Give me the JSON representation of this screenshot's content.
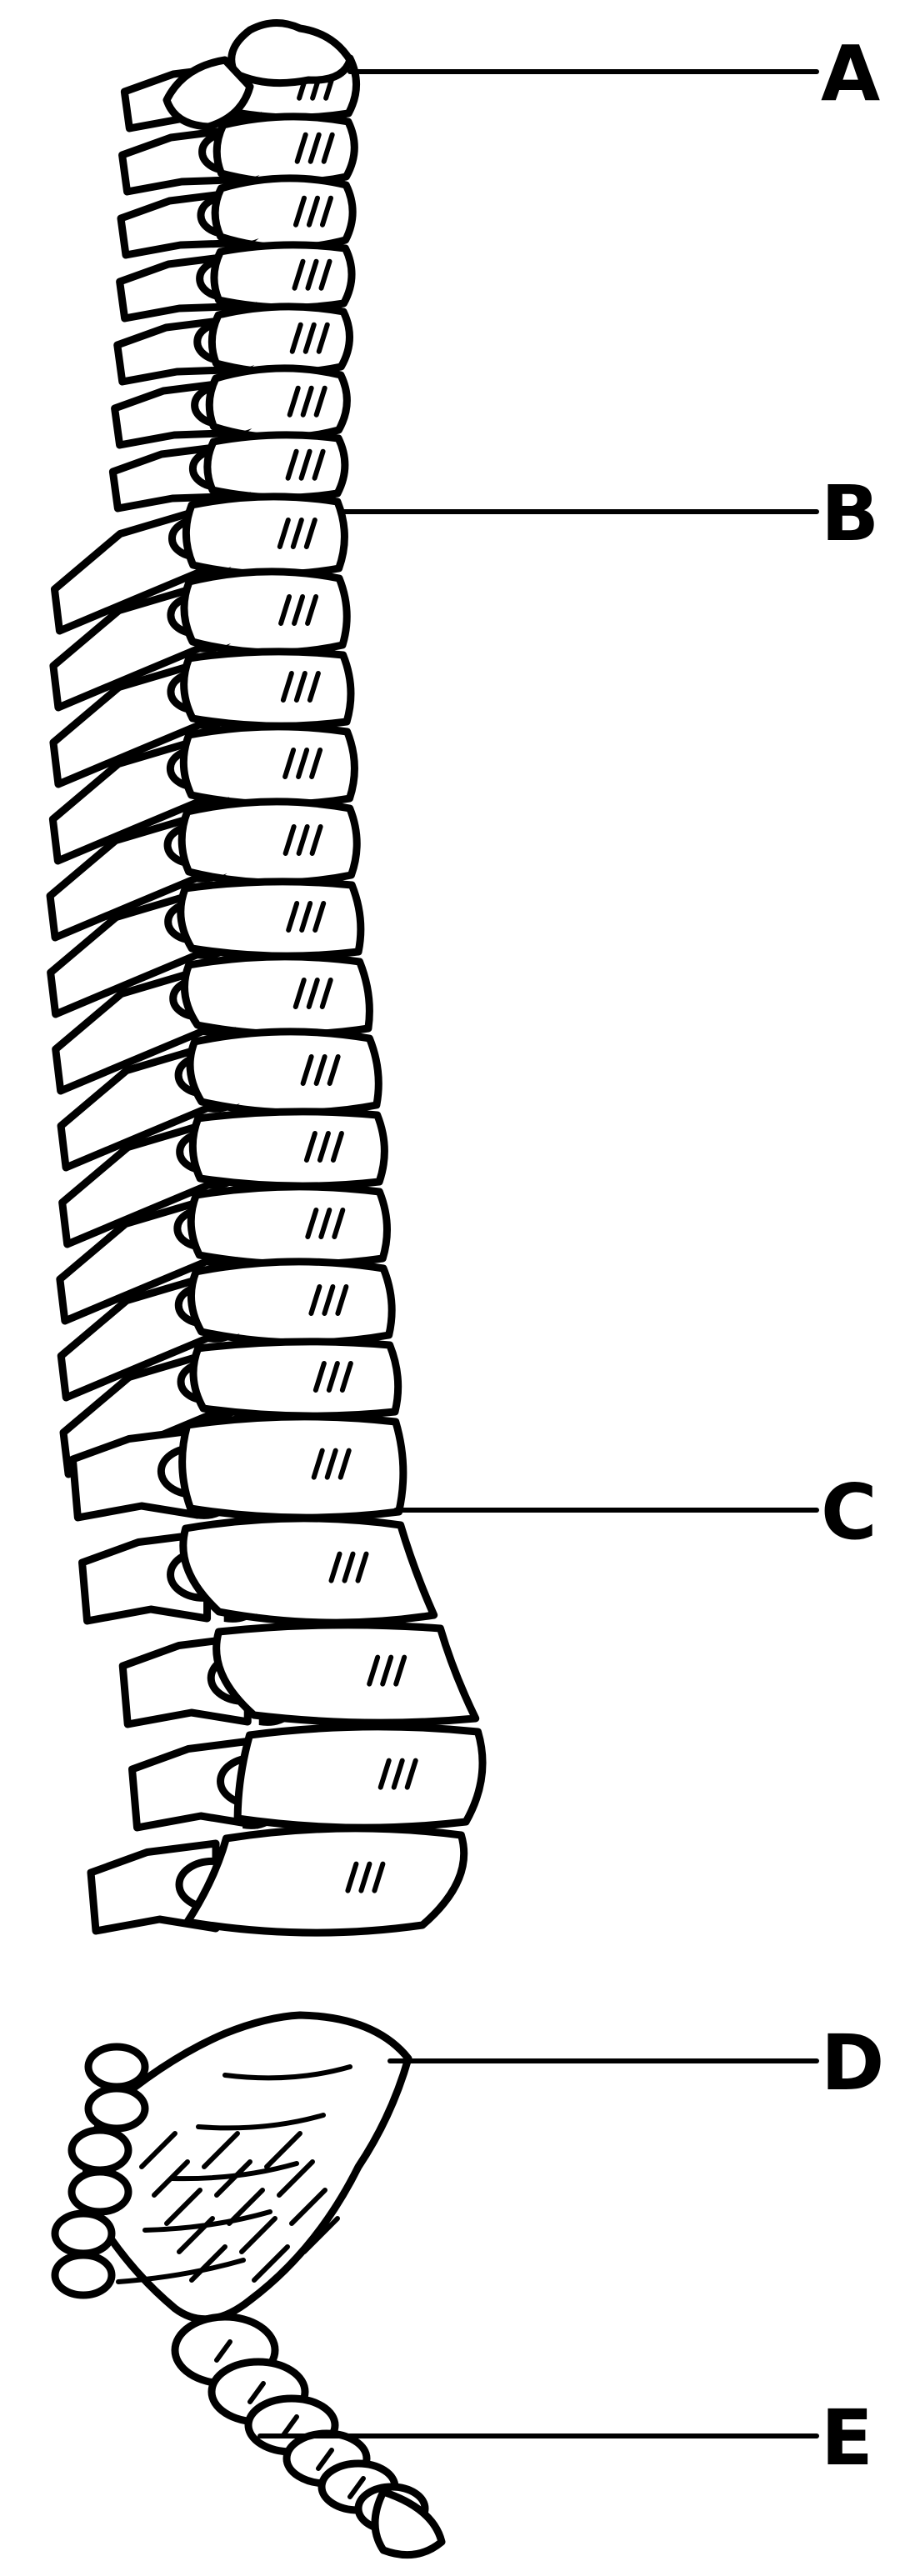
{
  "labels": [
    {
      "id": "A",
      "text": "A"
    },
    {
      "id": "B",
      "text": "B"
    },
    {
      "id": "C",
      "text": "C"
    },
    {
      "id": "D",
      "text": "D"
    },
    {
      "id": "E",
      "text": "E"
    }
  ],
  "colors": {
    "ink": "#000000",
    "paper": "#ffffff"
  }
}
